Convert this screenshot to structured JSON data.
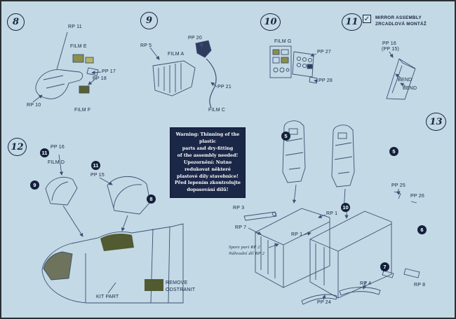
{
  "page": {
    "bg": "#c3d9e6",
    "line_color": "#3d4e70",
    "dark_fill": "#515a30"
  },
  "steps": {
    "n8": "8",
    "n9": "9",
    "n10": "10",
    "n11": "11",
    "n12": "12",
    "n13": "13"
  },
  "refs": {
    "v11a": "11",
    "v11b": "11",
    "v9": "9",
    "v8": "8",
    "v5a": "5",
    "v5b": "5",
    "v10": "10",
    "v6": "6",
    "v7": "7"
  },
  "step8": {
    "rp11": "RP 11",
    "film_e": "FILM E",
    "pp17": "PP 17",
    "pp18": "PP 18",
    "rp10": "RP 10",
    "film_f": "FILM F"
  },
  "step9": {
    "pp20": "PP 20",
    "rp5": "RP 5",
    "film_a": "FILM A",
    "pp21": "PP 21",
    "film_c": "FILM C"
  },
  "step10": {
    "film_g": "FILM G",
    "pp27": "PP 27",
    "pp28": "PP 28"
  },
  "step11": {
    "checkmark": "✓",
    "title_en": "MIRROR  ASSEMBLY",
    "title_cs": "ZRCADLOVÁ MONTÁŽ",
    "pp16": "PP 16",
    "pp15_paren": "(PP 15)",
    "bend1": "BEND",
    "bend2": "BEND"
  },
  "step12": {
    "pp16": "PP 16",
    "film_d": "FILM D",
    "pp15": "PP 15",
    "kit_part": "KIT PART",
    "remove_en": "REMOVE",
    "remove_cs": "ODSTRANIT"
  },
  "warning": {
    "l1": "Warning: Thinning of the plastic",
    "l2": "parts and dry-fitting",
    "l3": "of the assembly needed!",
    "l4": "Upozornění: Nutno redukovat některé",
    "l5": "plastové díly stavebnice!",
    "l6": "Před lepením zkontrolujte",
    "l7": "dopasování dílů!"
  },
  "cockpit": {
    "rp3": "RP 3",
    "rp7": "RP 7",
    "rp1a": "RP 1",
    "rp1b": "RP 1",
    "spare_en": "Spare part RP 2",
    "spare_cs": "Náhradní díl RP 2",
    "pp25": "PP 25",
    "pp26": "PP 26",
    "rp4": "RP 4",
    "rp8": "RP 8",
    "pp24": "PP 24"
  }
}
